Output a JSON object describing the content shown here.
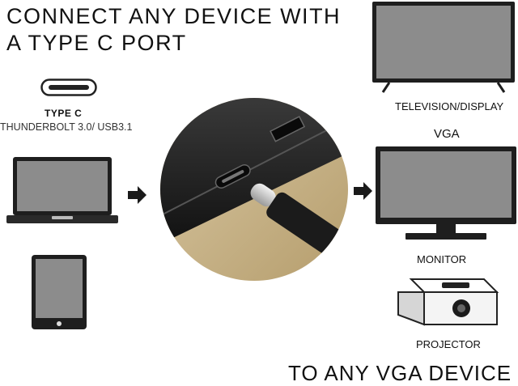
{
  "headline": {
    "line1": "CONNECT ANY DEVICE WITH",
    "line2": "A TYPE C PORT"
  },
  "port": {
    "title": "TYPE C",
    "subtitle": "THUNDERBOLT 3.0/ USB3.1"
  },
  "outputs": {
    "tv_label": "TELEVISION/DISPLAY",
    "vga_label": "VGA",
    "monitor_label": "MONITOR",
    "projector_label": "PROJECTOR"
  },
  "footer": {
    "text": "TO ANY VGA DEVICE"
  },
  "icons": [
    "usb-c-port-icon",
    "laptop-icon",
    "tablet-icon",
    "arrow-right-icon",
    "tv-icon",
    "monitor-icon",
    "projector-icon"
  ],
  "colors": {
    "text": "#111111",
    "screen": "#8a8a8a",
    "frame": "#1e1e1e"
  }
}
